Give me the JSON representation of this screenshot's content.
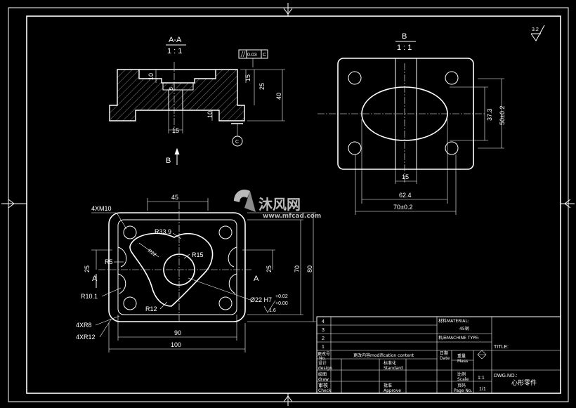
{
  "section_view": {
    "title": "A-A",
    "scale": "1 : 1",
    "dims": [
      "10",
      "5",
      "15",
      "25",
      "40",
      "10",
      "15"
    ],
    "tolerance_frame": "0.03",
    "datum": "C",
    "datum_bubble": "C",
    "view_arrow": "B"
  },
  "view_b": {
    "title": "B",
    "scale": "1 : 1",
    "dims": [
      "37.3",
      "50±0.2",
      "15",
      "62.4",
      "70±0.2"
    ]
  },
  "roughness": "3.2",
  "plan_view": {
    "dims": [
      "45",
      "25",
      "25",
      "70",
      "80",
      "90",
      "100"
    ],
    "labels": [
      "4XM10",
      "R33.9",
      "R22",
      "R15",
      "R5",
      "R10.1",
      "R12",
      "4XR8",
      "4XR12",
      "Ø22 H7",
      "+0.02",
      "+0.00",
      "1.6"
    ],
    "section_marks": [
      "A",
      "A"
    ]
  },
  "watermark": {
    "brand": "沐风网",
    "url": "www.mfcad.com"
  },
  "title_block": {
    "rows": [
      "4",
      "3",
      "2",
      "1"
    ],
    "mod_header": [
      "更改号",
      "更改内容modification content",
      "日期"
    ],
    "mod_header_small": [
      "No.",
      "Date"
    ],
    "material_label": "材料MATERIAL:",
    "material": "45钢",
    "machine_label": "机床MACHINE TYPE:",
    "title_label": "TITLE:",
    "design": [
      "设计",
      "design"
    ],
    "standard": [
      "标准化",
      "Standard"
    ],
    "weight": [
      "重量",
      "Mass"
    ],
    "draw": [
      "绘图",
      "draw"
    ],
    "scale": [
      "比例",
      "Scale"
    ],
    "scale_value": "1:1",
    "check": [
      "审核",
      "Check"
    ],
    "approve": [
      "批准",
      "Approve"
    ],
    "page": [
      "页码",
      "Page No."
    ],
    "page_value": "1/1",
    "dwg_label": "DWG.NO.:",
    "dwg_name": "心形零件"
  }
}
